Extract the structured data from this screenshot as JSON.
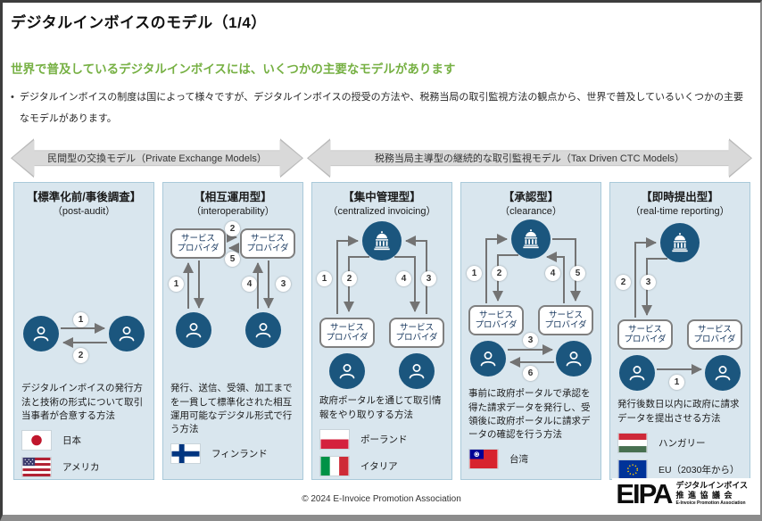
{
  "slide": {
    "title": "デジタルインボイスのモデル（1/4）",
    "subtitle": "世界で普及しているデジタルインボイスには、いくつかの主要なモデルがあります",
    "bullet_marker": "•",
    "bullet": "デジタルインボイスの制度は国によって様々ですが、デジタルインボイスの授受の方法や、税務当局の取引監視方法の観点から、世界で普及しているいくつかの主要なモデルがあります。",
    "footer": "© 2024 E-Invoice Promotion Association"
  },
  "banners": [
    {
      "label": "民間型の交換モデル（Private Exchange Models）"
    },
    {
      "label": "税務当局主導型の継続的な取引監視モデル（Tax Driven CTC Models）"
    }
  ],
  "service_provider": {
    "line1": "サービス",
    "line2": "プロバイダ"
  },
  "panels": [
    {
      "title": "【標準化前/事後調査】",
      "subtitle": "（post-audit）",
      "badges": [
        "1",
        "2"
      ],
      "description": "デジタルインボイスの発行方法と技術の形式について取引当事者が合意する方法",
      "countries": [
        {
          "flag_icon": "japan-flag",
          "label": "日本"
        },
        {
          "flag_icon": "usa-flag",
          "label": "アメリカ"
        }
      ]
    },
    {
      "title": "【相互運用型】",
      "subtitle": "（interoperability）",
      "badges": [
        "1",
        "2",
        "3",
        "4",
        "5"
      ],
      "description": "発行、送信、受領、加工までを一貫して標準化された相互運用可能なデジタル形式で行う方法",
      "countries": [
        {
          "flag_icon": "finland-flag",
          "label": "フィンランド"
        }
      ]
    },
    {
      "title": "【集中管理型】",
      "subtitle": "（centralized invoicing）",
      "badges": [
        "1",
        "2",
        "3",
        "4"
      ],
      "description": "政府ポータルを通じて取引情報をやり取りする方法",
      "countries": [
        {
          "flag_icon": "poland-flag",
          "label": "ポーランド"
        },
        {
          "flag_icon": "italy-flag",
          "label": "イタリア"
        }
      ]
    },
    {
      "title": "【承認型】",
      "subtitle": "（clearance）",
      "badges": [
        "1",
        "2",
        "3",
        "4",
        "5",
        "6"
      ],
      "description": "事前に政府ポータルで承認を得た請求データを発行し、受領後に政府ポータルに請求データの確認を行う方法",
      "countries": [
        {
          "flag_icon": "taiwan-flag",
          "label": "台湾"
        }
      ]
    },
    {
      "title": "【即時提出型】",
      "subtitle": "（real-time reporting）",
      "badges": [
        "1",
        "2",
        "3"
      ],
      "description": "発行後数日以内に政府に請求データを提出させる方法",
      "countries": [
        {
          "flag_icon": "hungary-flag",
          "label": "ハンガリー"
        },
        {
          "flag_icon": "eu-flag",
          "label": "EU（2030年から）"
        }
      ]
    }
  ],
  "icons": {
    "person": "person-icon",
    "government": "government-building-icon"
  },
  "logo": {
    "eipa": "EIPA",
    "jp_line1": "デジタルインボイス",
    "jp_line2": "推進協議会",
    "en_line": "E-Invoice Promotion Association"
  },
  "colors": {
    "accent_green": "#76b043",
    "panel_bg": "#d9e6ee",
    "panel_border": "#a9c9d9",
    "navy": "#1b567e",
    "arrow_gray": "#737373",
    "banner_gray": "#d9d9d9"
  }
}
